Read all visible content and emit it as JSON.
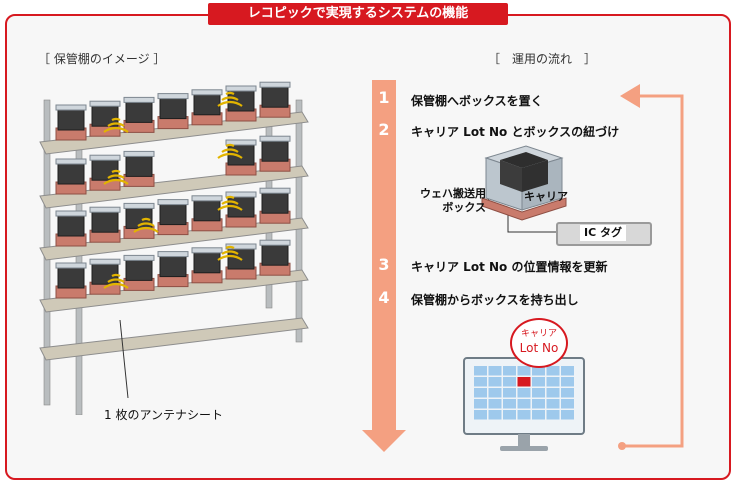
{
  "banner": {
    "title": "レコピックで実現するシステムの機能"
  },
  "left": {
    "section_title": "［ 保管棚のイメージ ］",
    "antenna_label": "1 枚のアンテナシート"
  },
  "right": {
    "section_title": "［　運用の流れ　］",
    "steps": [
      {
        "num": "1",
        "text": "保管棚へボックスを置く"
      },
      {
        "num": "2",
        "text": "キャリア Lot No とボックスの紐づけ"
      },
      {
        "num": "3",
        "text": "キャリア Lot No の位置情報を更新"
      },
      {
        "num": "4",
        "text": "保管棚からボックスを持ち出し"
      }
    ],
    "box_label": "ウェハ搬送用\nボックス",
    "carrier_label": "キャリア",
    "ic_tag_label": "IC タグ",
    "bubble_line1": "キャリア",
    "bubble_line2": "Lot No"
  },
  "colors": {
    "accent_red": "#d71920",
    "flow_arrow": "#f4a081",
    "shelf_frame": "#b9bdbf",
    "box_dark": "#3a3a3a",
    "box_base": "#c97b6c",
    "wave": "#e2b400",
    "monitor_cell": "#9ec9ec"
  }
}
